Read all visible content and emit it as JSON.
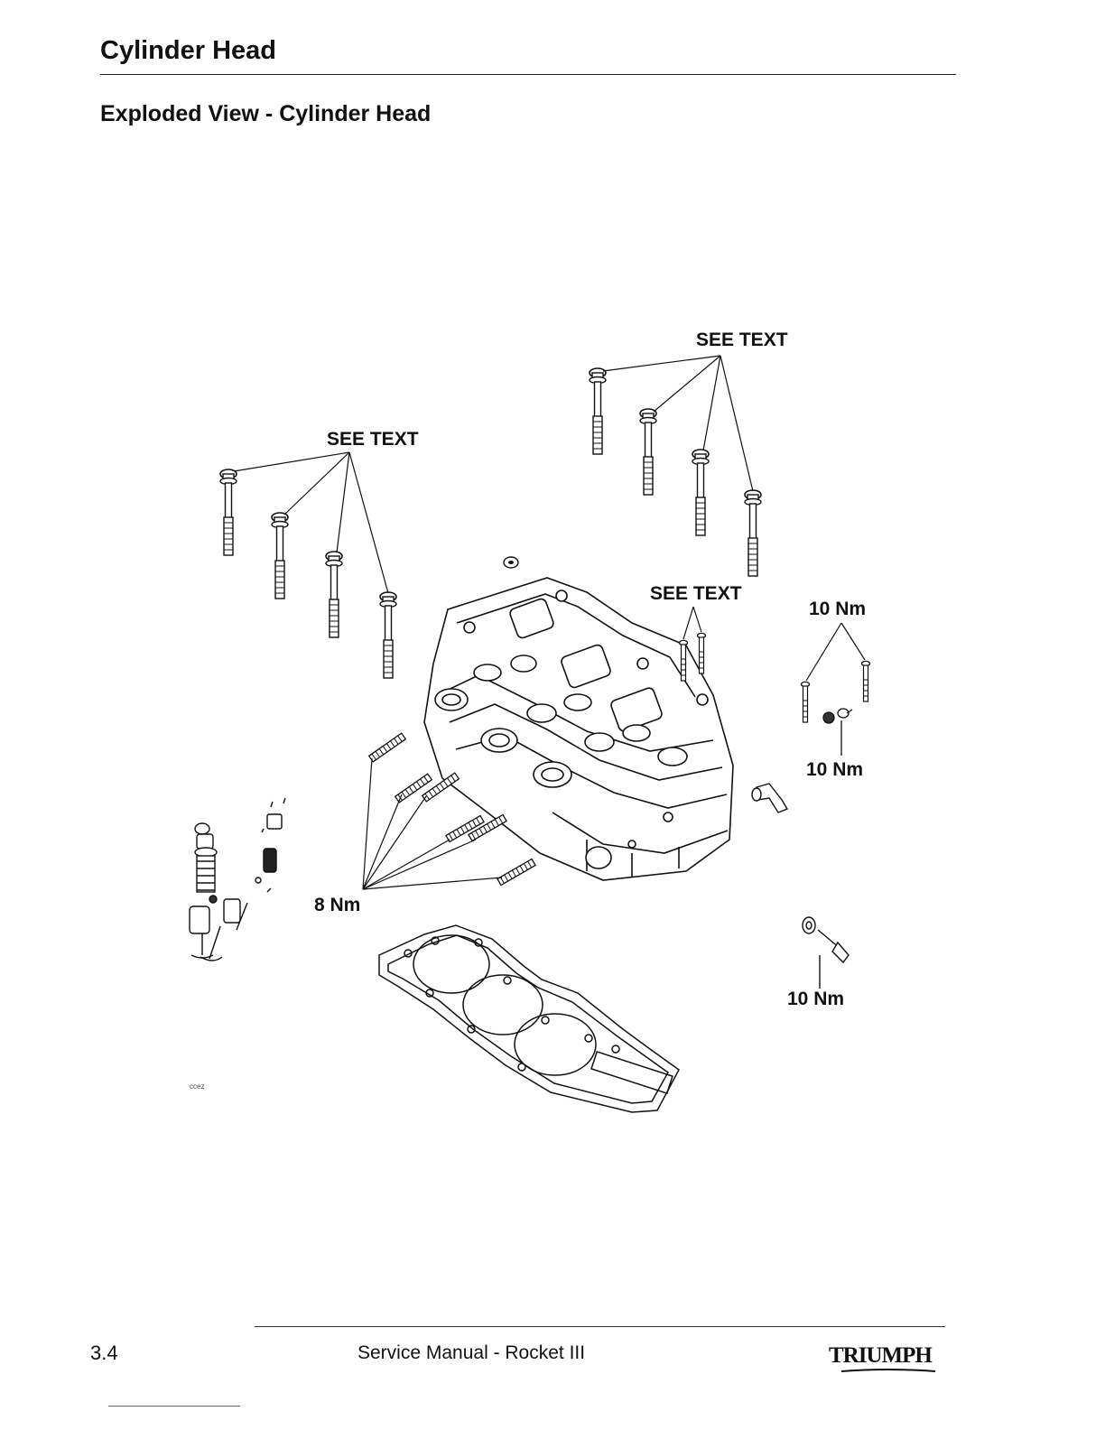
{
  "header": {
    "section_title": "Cylinder Head",
    "subtitle": "Exploded View - Cylinder Head"
  },
  "diagram": {
    "callouts": {
      "see_text_top_right": "SEE TEXT",
      "see_text_left": "SEE TEXT",
      "see_text_center": "SEE TEXT",
      "torque_10nm_upper": "10 Nm",
      "torque_10nm_middle": "10 Nm",
      "torque_8nm": "8 Nm",
      "torque_10nm_lower": "10 Nm"
    },
    "figure_code": "ccez"
  },
  "footer": {
    "page_number": "3.4",
    "manual_title": "Service Manual - Rocket III",
    "brand": "TRIUMPH"
  }
}
